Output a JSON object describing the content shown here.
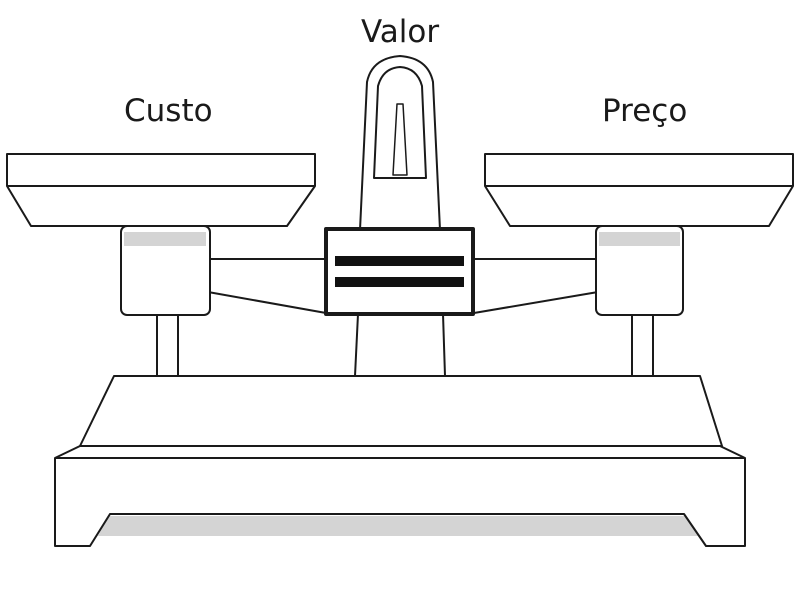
{
  "labels": {
    "top": "Valor",
    "left": "Custo",
    "right": "Preço"
  },
  "center_symbol": "=",
  "colors": {
    "stroke": "#1a1a1a",
    "fill": "#ffffff",
    "shadow": "#d4d4d4",
    "background": "#ffffff"
  },
  "icons": [
    "balance-scale-icon",
    "equals-sign-icon"
  ]
}
